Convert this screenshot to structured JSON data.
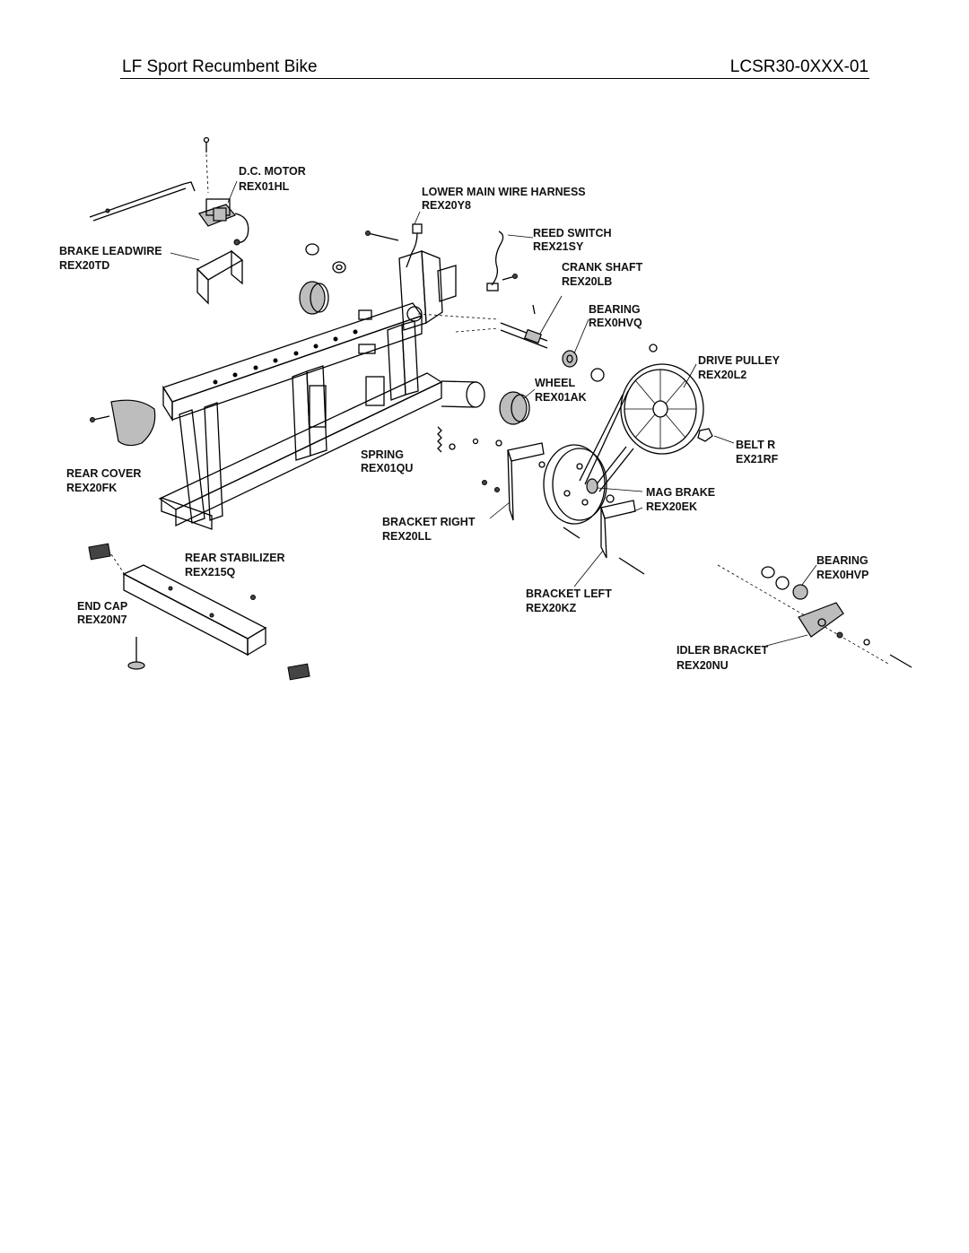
{
  "header": {
    "title": "LF Sport Recumbent Bike",
    "model": "LCSR30-0XXX-01"
  },
  "parts": {
    "dc_motor": {
      "name": "D.C. MOTOR",
      "code": "REX01HL"
    },
    "lower_main_wire_harness": {
      "name": "LOWER MAIN WIRE HARNESS",
      "code": "REX20Y8"
    },
    "reed_switch": {
      "name": "REED SWITCH",
      "code": "REX21SY"
    },
    "crank_shaft": {
      "name": "CRANK SHAFT",
      "code": "REX20LB"
    },
    "bearing_1": {
      "name": "BEARING",
      "code": "REX0HVQ"
    },
    "drive_pulley": {
      "name": "DRIVE PULLEY",
      "code": "REX20L2"
    },
    "wheel": {
      "name": "WHEEL",
      "code": "REX01AK"
    },
    "belt": {
      "name": "BELT R",
      "code": "EX21RF"
    },
    "brake_leadwire": {
      "name": "BRAKE LEADWIRE",
      "code": "REX20TD"
    },
    "rear_cover": {
      "name": "REAR COVER",
      "code": "REX20FK"
    },
    "spring": {
      "name": "SPRING",
      "code": "REX01QU"
    },
    "mag_brake": {
      "name": "MAG BRAKE",
      "code": "REX20EK"
    },
    "bracket_right": {
      "name": "BRACKET RIGHT",
      "code": "REX20LL"
    },
    "rear_stabilizer": {
      "name": "REAR STABILIZER",
      "code": "REX215Q"
    },
    "end_cap": {
      "name": "END CAP",
      "code": "REX20N7"
    },
    "bracket_left": {
      "name": "BRACKET LEFT",
      "code": "REX20KZ"
    },
    "bearing_2": {
      "name": "BEARING",
      "code": "REX0HVP"
    },
    "idler_bracket": {
      "name": "IDLER BRACKET",
      "code": "REX20NU"
    }
  }
}
